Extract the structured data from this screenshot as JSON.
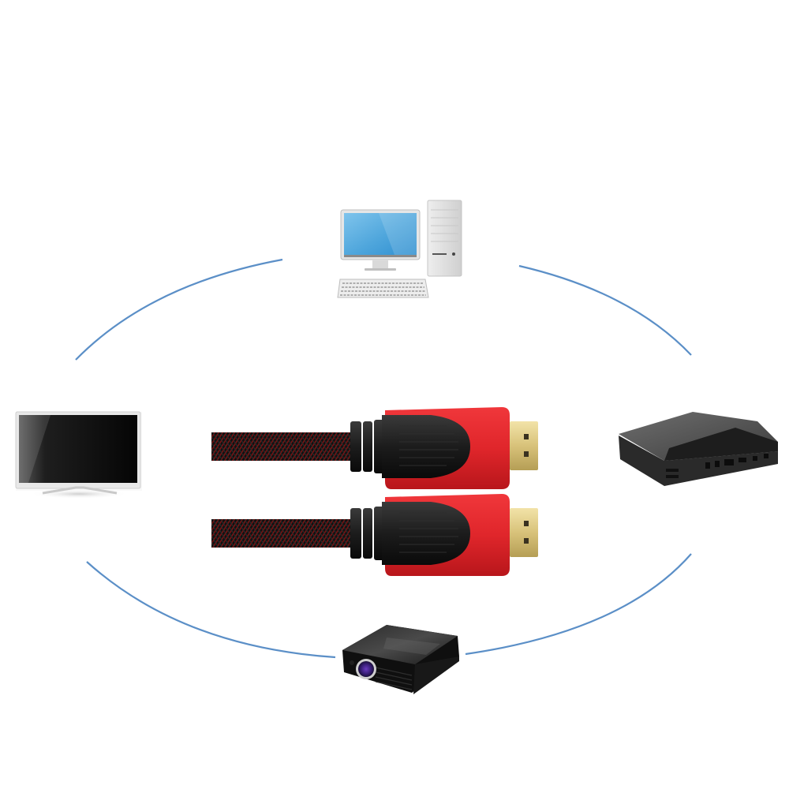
{
  "scene": {
    "description": "HDMI cable product photo with connectable devices arranged in an ellipse",
    "background": "#ffffff",
    "arc_color": "#5b8fc7"
  },
  "product": {
    "name": "HDMI cable",
    "connector_count": 2,
    "shell_color": "#e0262b",
    "grip_color": "#1c1c1c",
    "plug_color": "#d8c27a",
    "braid_colors": [
      "#111111",
      "#8a1414"
    ]
  },
  "devices": [
    {
      "id": "desktop-computer",
      "label": "Desktop computer",
      "position": "top"
    },
    {
      "id": "flat-screen-tv",
      "label": "Flat screen TV",
      "position": "left"
    },
    {
      "id": "set-top-box",
      "label": "Set-top box",
      "position": "right"
    },
    {
      "id": "projector",
      "label": "Projector",
      "position": "bottom"
    }
  ]
}
